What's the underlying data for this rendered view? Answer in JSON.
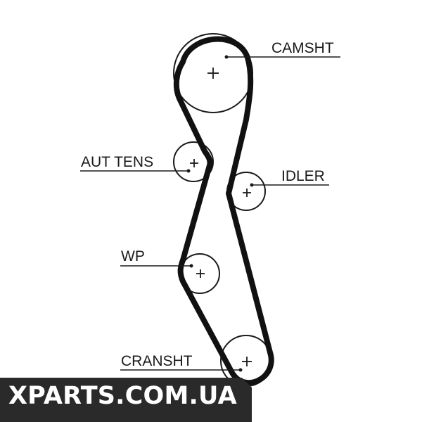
{
  "labels": {
    "camshaft": "CAMSHT",
    "auto_tensioner": "AUT TENS",
    "idler": "IDLER",
    "water_pump": "WP",
    "crankshaft": "CRANSHT"
  },
  "watermark": "XPARTS.COM.UA",
  "colors": {
    "line": "#1a1a1a",
    "belt": "#111111",
    "watermark_bg": "#2a2a2a",
    "watermark_text": "#ffffff"
  }
}
